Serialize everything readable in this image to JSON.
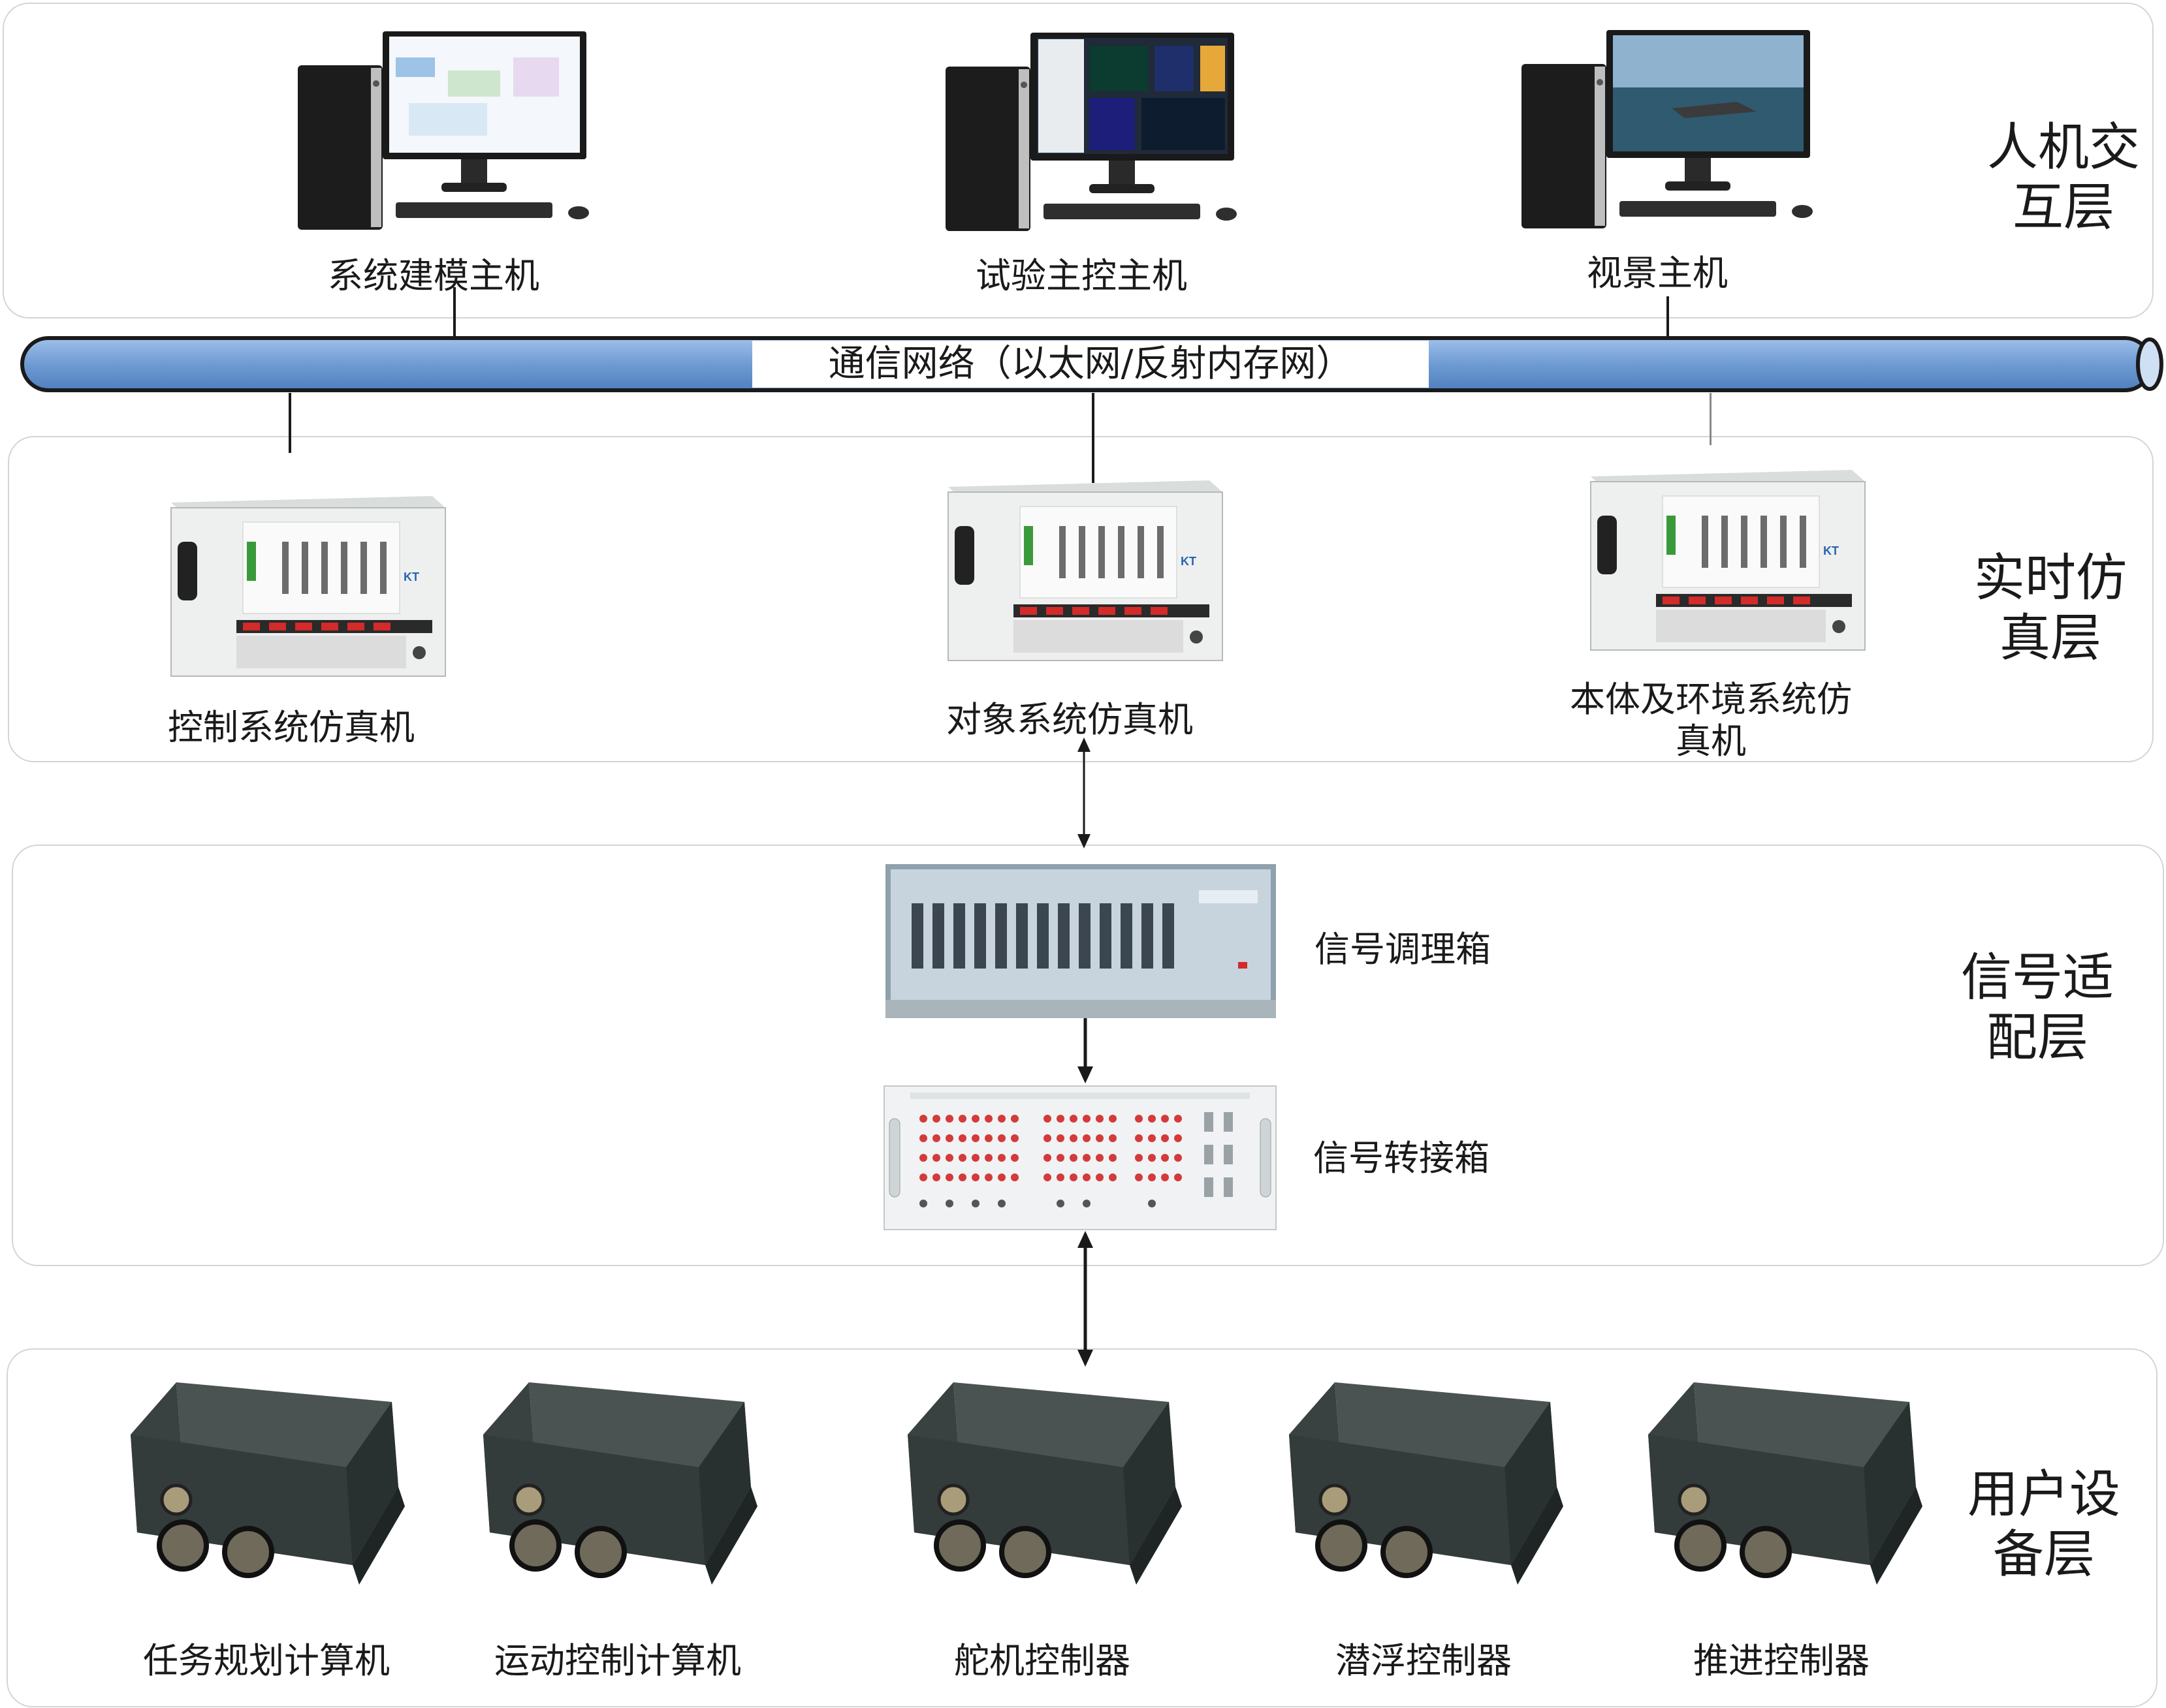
{
  "network": {
    "label": "通信网络（以太网/反射内存网）"
  },
  "layers": {
    "hmi": {
      "label": "人机交\n互层",
      "devices": [
        "系统建模主机",
        "试验主控主机",
        "视景主机"
      ]
    },
    "realtime": {
      "label": "实时仿\n真层",
      "devices": [
        "控制系统仿真机",
        "对象系统仿真机",
        "本体及环境系统仿\n真机"
      ]
    },
    "signal": {
      "label": "信号适\n配层",
      "devices": [
        "信号调理箱",
        "信号转接箱"
      ]
    },
    "user": {
      "label": "用户设\n备层",
      "devices": [
        "任务规划计算机",
        "运动控制计算机",
        "舵机控制器",
        "潜浮控制器",
        "推进控制器"
      ]
    }
  },
  "colors": {
    "bus_fill": "#6f9bd3",
    "panel_border": "#d4d4d4",
    "chassis": "#e9eceb",
    "box_dark": "#2b3232"
  }
}
